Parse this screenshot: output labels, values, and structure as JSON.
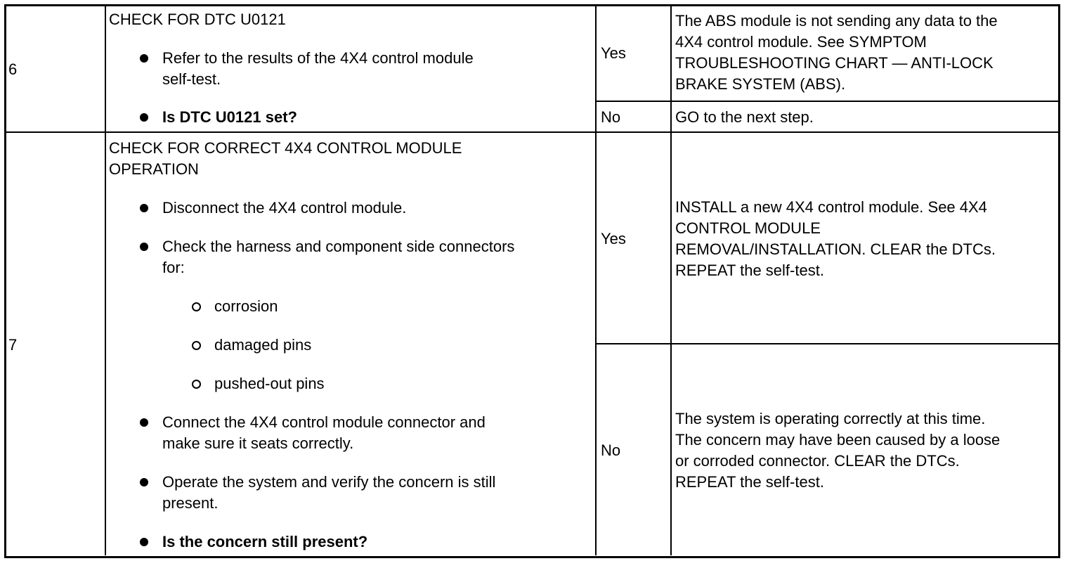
{
  "steps": [
    {
      "number": "6",
      "title": "CHECK FOR DTC U0121",
      "items": [
        {
          "lines": [
            "Refer to the results of the 4X4 control module",
            "self-test."
          ],
          "bold": false
        },
        {
          "lines": [
            "Is DTC U0121 set?"
          ],
          "bold": true
        }
      ],
      "outcomes": [
        {
          "label": "Yes",
          "action_lines": [
            "The ABS module is not sending any data to the",
            "4X4 control module. See SYMPTOM",
            "TROUBLESHOOTING CHART — ANTI-LOCK",
            "BRAKE SYSTEM (ABS)."
          ]
        },
        {
          "label": "No",
          "action_lines": [
            "GO to the next step."
          ]
        }
      ]
    },
    {
      "number": "7",
      "title_lines": [
        "CHECK FOR CORRECT 4X4 CONTROL MODULE",
        "OPERATION"
      ],
      "items": [
        {
          "lines": [
            "Disconnect the 4X4 control module."
          ],
          "bold": false
        },
        {
          "lines": [
            "Check the harness and component side connectors",
            "for:"
          ],
          "bold": false
        },
        {
          "lines": [
            "Connect the 4X4 control module connector and",
            "make sure it seats correctly."
          ],
          "bold": false
        },
        {
          "lines": [
            "Operate the system and verify the concern is still",
            "present."
          ],
          "bold": false
        },
        {
          "lines": [
            "Is the concern still present?"
          ],
          "bold": true
        }
      ],
      "subitems": [
        "corrosion",
        "damaged pins",
        "pushed-out pins"
      ],
      "outcomes": [
        {
          "label": "Yes",
          "action_lines": [
            "INSTALL a new 4X4 control module. See 4X4",
            "CONTROL MODULE",
            "REMOVAL/INSTALLATION. CLEAR the DTCs.",
            "REPEAT the self-test."
          ]
        },
        {
          "label": "No",
          "action_lines": [
            "The system is operating correctly at this time.",
            "The concern may have been caused by a loose",
            "or corroded connector. CLEAR the DTCs.",
            "REPEAT the self-test."
          ]
        }
      ]
    }
  ]
}
